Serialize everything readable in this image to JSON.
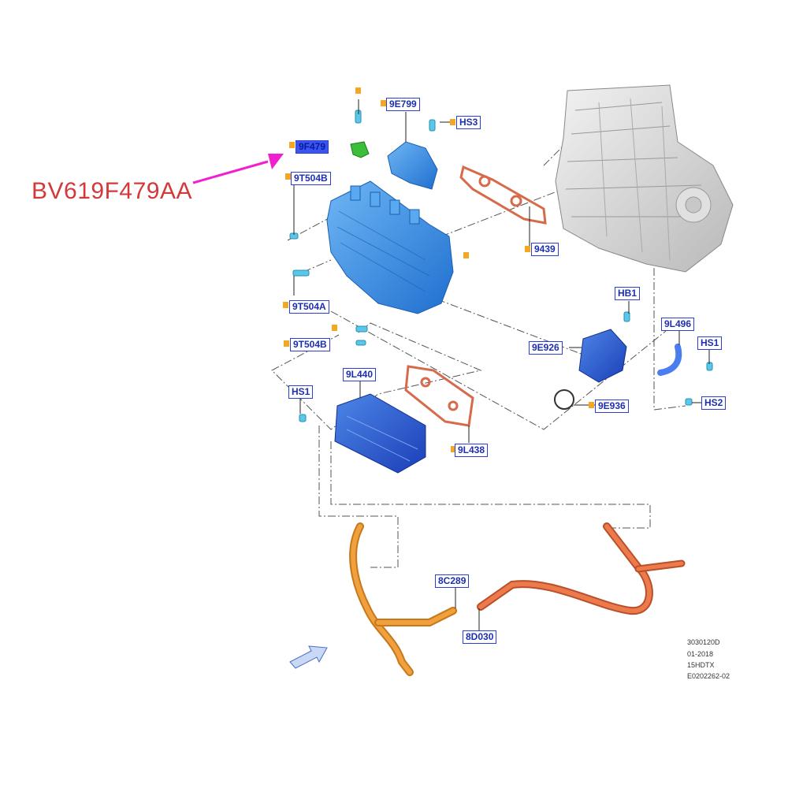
{
  "part_number": "BV619F479AA",
  "callouts": {
    "c_9f479": "9F479",
    "c_9e799": "9E799",
    "c_hs3": "HS3",
    "c_9t504b_top": "9T504B",
    "c_9439": "9439",
    "c_9t504a": "9T504A",
    "c_9t504b_bottom": "9T504B",
    "c_hb1": "HB1",
    "c_9l496": "9L496",
    "c_9e926": "9E926",
    "c_hs1_right": "HS1",
    "c_9l440": "9L440",
    "c_hs1_left": "HS1",
    "c_9e936": "9E936",
    "c_hs2": "HS2",
    "c_9l438": "9L438",
    "c_8c289": "8C289",
    "c_8d030": "8D030"
  },
  "reference": {
    "line1": "3030120D",
    "line2": "01-2018",
    "line3": "15HDTX",
    "line4": "E0202262-02"
  },
  "colors": {
    "callout_border": "#2a3fd6",
    "highlight_fill": "#3a55f0",
    "marker": "#f5a623",
    "part_blue": "#3a8fe0",
    "hose_orange": "#e8902a",
    "hose_red": "#e06a40",
    "arrow_magenta": "#f020d0",
    "part_number_red": "#d23a3a"
  }
}
